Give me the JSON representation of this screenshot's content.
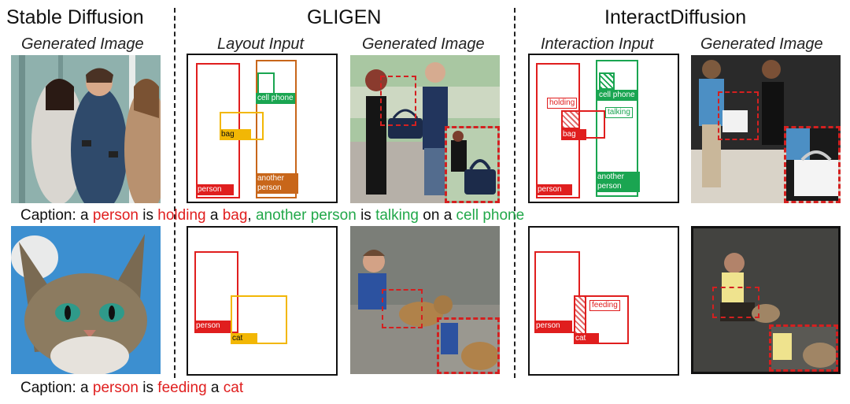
{
  "headers": {
    "stable_diffusion": "Stable Diffusion",
    "gligen": "GLIGEN",
    "interactdiffusion": "InteractDiffusion"
  },
  "subheaders": {
    "sd_generated": "Generated Image",
    "gligen_layout": "Layout Input",
    "gligen_generated": "Generated Image",
    "interact_input": "Interaction Input",
    "interact_generated": "Generated Image"
  },
  "row1": {
    "gligen_labels": {
      "person": "person",
      "bag": "bag",
      "cell_phone": "cell phone",
      "another_person": "another person"
    },
    "interact_labels": {
      "holding": "holding",
      "bag": "bag",
      "cell_phone": "cell phone",
      "talking": "talking",
      "person": "person",
      "another_person": "another person"
    },
    "caption": [
      {
        "text": "Caption: a ",
        "color": "black"
      },
      {
        "text": "person",
        "color": "red"
      },
      {
        "text": " is ",
        "color": "black"
      },
      {
        "text": "holding",
        "color": "red"
      },
      {
        "text": " a ",
        "color": "black"
      },
      {
        "text": "bag",
        "color": "red"
      },
      {
        "text": ", ",
        "color": "black"
      },
      {
        "text": "another person",
        "color": "green"
      },
      {
        "text": " is ",
        "color": "black"
      },
      {
        "text": "talking",
        "color": "green"
      },
      {
        "text": " on a ",
        "color": "black"
      },
      {
        "text": "cell phone",
        "color": "green"
      }
    ]
  },
  "row2": {
    "gligen_labels": {
      "person": "person",
      "cat": "cat"
    },
    "interact_labels": {
      "feeding": "feeding",
      "person": "person",
      "cat": "cat"
    },
    "caption": [
      {
        "text": "Caption: a ",
        "color": "black"
      },
      {
        "text": "person",
        "color": "red"
      },
      {
        "text": " is ",
        "color": "black"
      },
      {
        "text": "feeding",
        "color": "red"
      },
      {
        "text": " a ",
        "color": "black"
      },
      {
        "text": "cat",
        "color": "red"
      }
    ]
  },
  "colors": {
    "red": "#e01e1e",
    "green": "#22a84a",
    "orange": "#c8661a",
    "yellow": "#f2b705",
    "dashed_inset": "#d42020"
  }
}
